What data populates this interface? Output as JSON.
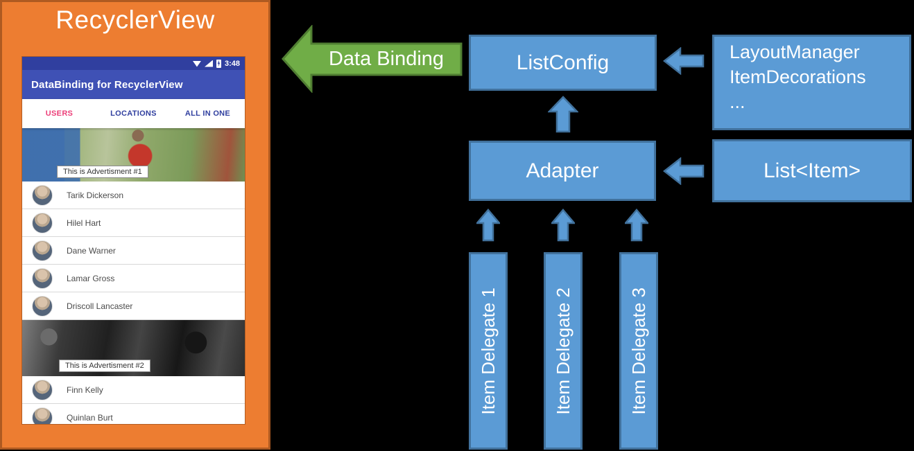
{
  "recycler_panel": {
    "title": "RecyclerView",
    "fill": "#ED7D31",
    "border": "#AE5A21"
  },
  "phone": {
    "status_bar": {
      "time": "3:48",
      "icons": [
        "wifi-icon",
        "signal-icon",
        "battery-icon"
      ],
      "fill": "#303F9F"
    },
    "app_bar": {
      "title": "DataBinding for RecyclerView",
      "fill": "#3F51B5"
    },
    "tabs": [
      {
        "label": "USERS",
        "active": true,
        "color": "#EC407A"
      },
      {
        "label": "LOCATIONS",
        "active": false,
        "color": "#303F9F"
      },
      {
        "label": "ALL IN ONE",
        "active": false,
        "color": "#303F9F"
      }
    ],
    "ads": [
      {
        "label": "This is Advertisment #1"
      },
      {
        "label": "This is Advertisment #2"
      }
    ],
    "users": [
      "Tarik Dickerson",
      "Hilel Hart",
      "Dane Warner",
      "Lamar Gross",
      "Driscoll Lancaster",
      "Finn Kelly",
      "Quinlan Burt"
    ]
  },
  "diagram": {
    "data_binding_label": "Data Binding",
    "boxes": {
      "list_config": "ListConfig",
      "adapter": "Adapter",
      "layout_manager_lines": [
        "LayoutManager",
        "ItemDecorations",
        "..."
      ],
      "list_item": "List<Item>",
      "delegates": [
        "Item Delegate 1",
        "Item Delegate 2",
        "Item Delegate 3"
      ]
    },
    "colors": {
      "box_fill": "#5B9BD5",
      "box_border": "#41719C",
      "green_arrow_fill": "#70AD47",
      "green_arrow_border": "#507E32"
    }
  }
}
